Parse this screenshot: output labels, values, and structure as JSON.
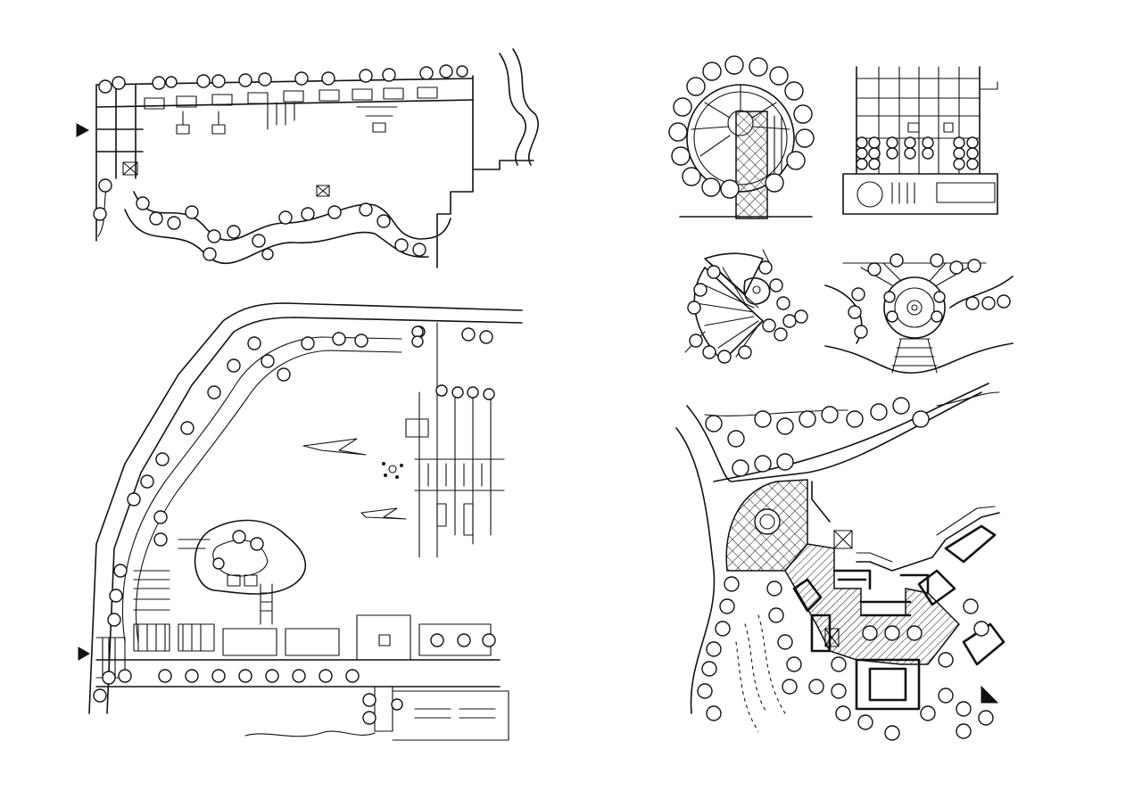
{
  "sheet": {
    "background": "#ffffff",
    "ink": "#111111",
    "panels": [
      {
        "id": "linear-waterfront-plan",
        "icon": "site-plan-sketch"
      },
      {
        "id": "courtyard-park-plan",
        "icon": "site-plan-sketch"
      },
      {
        "id": "circular-plaza-detail",
        "icon": "plan-detail-sketch"
      },
      {
        "id": "grid-garden-detail",
        "icon": "plan-detail-sketch"
      },
      {
        "id": "radial-fan-detail",
        "icon": "plan-detail-sketch"
      },
      {
        "id": "sunken-circle-detail",
        "icon": "plan-detail-sketch"
      },
      {
        "id": "building-cluster-plan",
        "icon": "site-plan-sketch"
      }
    ],
    "entry_markers": [
      "triangle-arrow",
      "triangle-arrow"
    ]
  }
}
